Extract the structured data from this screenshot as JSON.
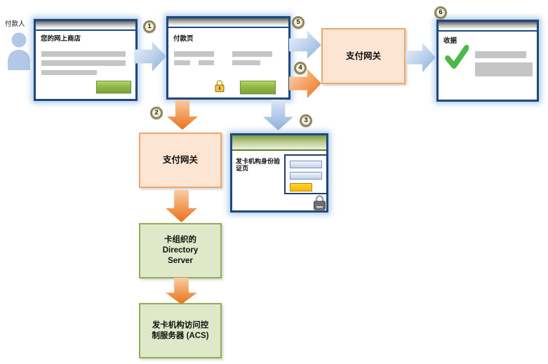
{
  "payer": {
    "label": "付款人"
  },
  "steps": [
    {
      "n": "1"
    },
    {
      "n": "2"
    },
    {
      "n": "3"
    },
    {
      "n": "4"
    },
    {
      "n": "5"
    },
    {
      "n": "6"
    }
  ],
  "windows": {
    "shop": {
      "title": "您的网上商店"
    },
    "payment": {
      "title": "付款页"
    },
    "auth": {
      "title": "发卡机构身份验\n证页"
    },
    "receipt": {
      "title": "收据"
    }
  },
  "nodes": {
    "gateway_top": "支付网关",
    "gateway_left": "支付网关",
    "directory_server": "卡组织的\nDirectory\nServer",
    "acs": "发卡机构访问控\n制服务器 (ACS)"
  },
  "icons": {
    "payer": "person-icon",
    "payment_secure": "gold-lock-icon",
    "auth_secure": "gray-lock-icon",
    "receipt_success": "green-check-icon"
  },
  "colors": {
    "window_border": "#1F497D",
    "arrow_blue": "#8FB2DC",
    "arrow_orange": "#ED7D31",
    "box_orange_fill": "#FCE5D3",
    "box_orange_border": "#F0A76B",
    "box_green_fill": "#DFE9C9",
    "box_green_border": "#90AE53",
    "button_green": "#86AC3F",
    "check_green": "#4DB848",
    "badge_fill": "#F2EDDC",
    "badge_border": "#8F8659"
  }
}
